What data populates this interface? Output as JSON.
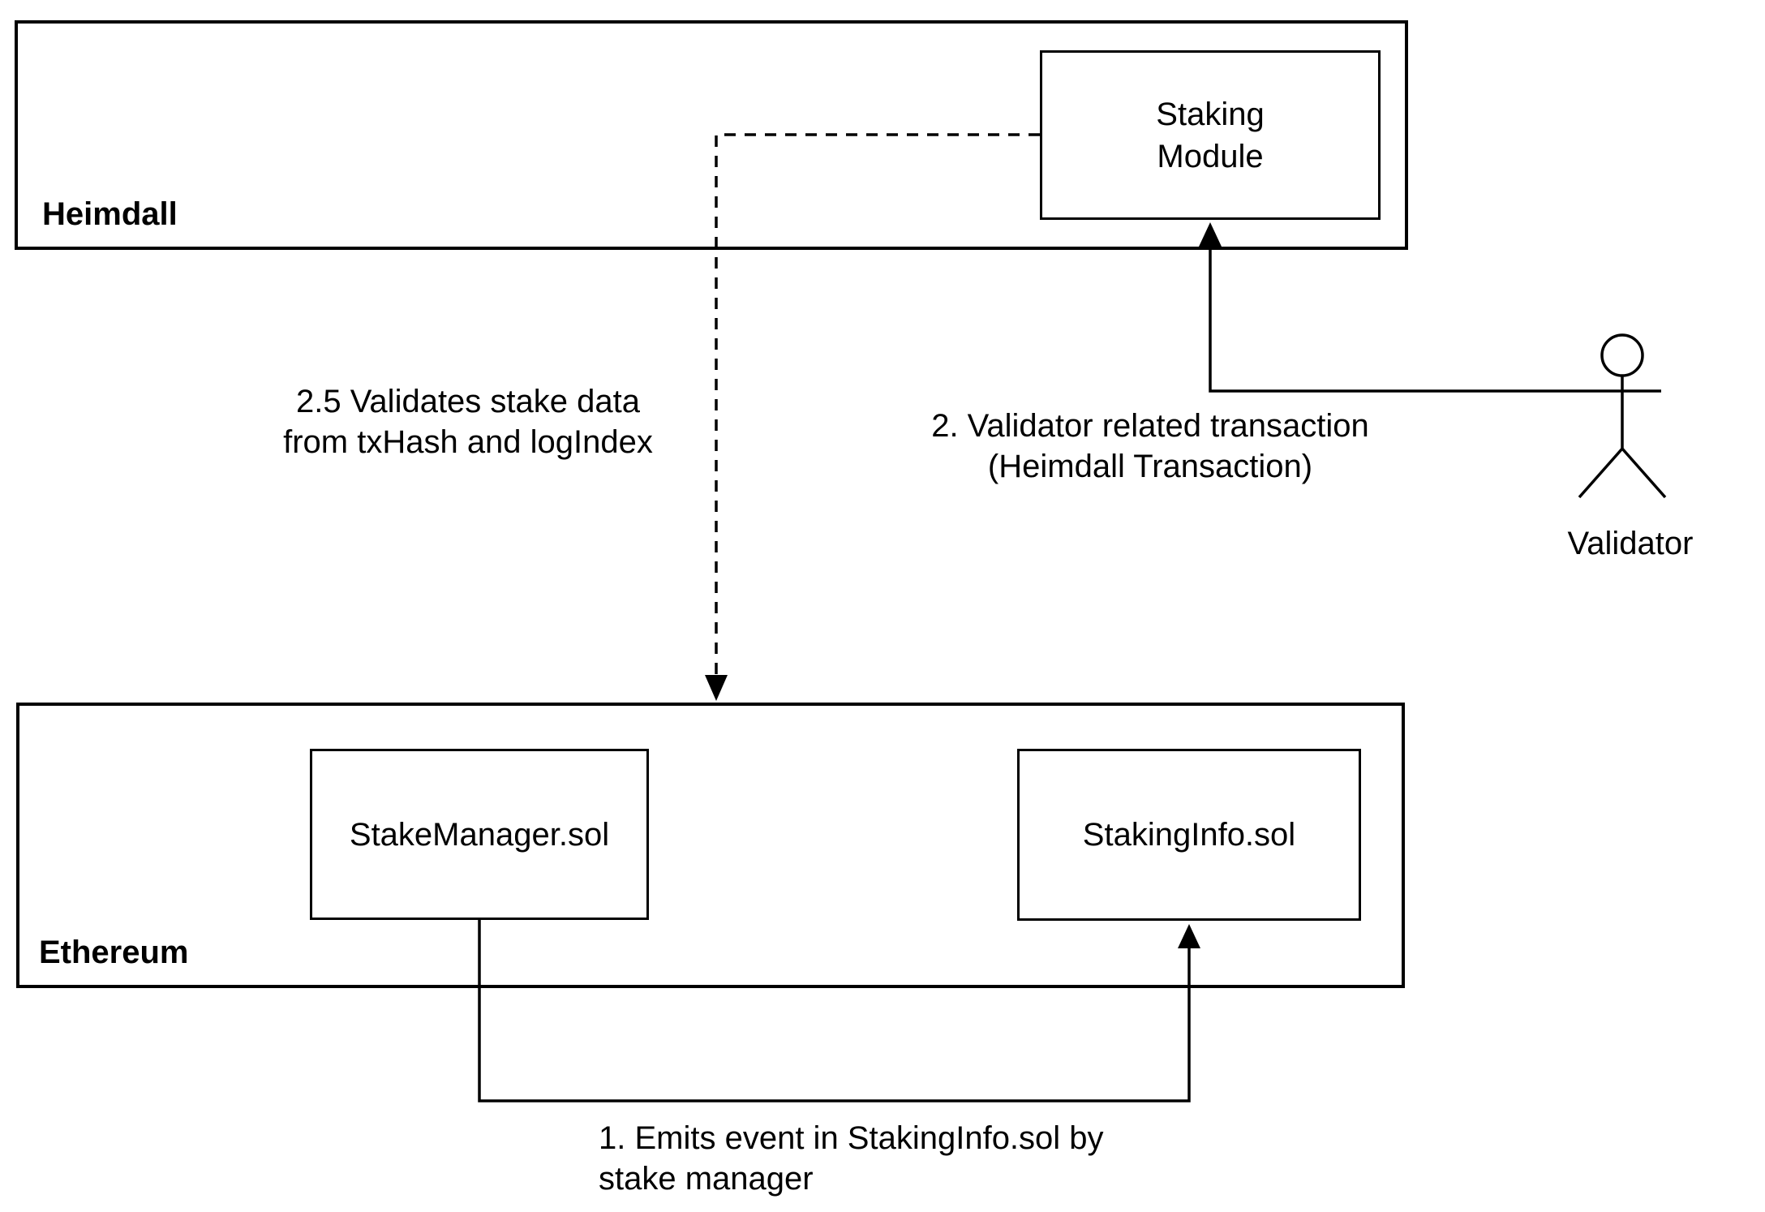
{
  "diagram": {
    "colors": {
      "stroke": "#000000",
      "background": "#ffffff",
      "text": "#000000"
    },
    "containers": {
      "heimdall": {
        "label": "Heimdall"
      },
      "ethereum": {
        "label": "Ethereum"
      }
    },
    "nodes": {
      "staking_module": {
        "label": "Staking\nModule"
      },
      "stake_manager": {
        "label": "StakeManager.sol"
      },
      "staking_info": {
        "label": "StakingInfo.sol"
      }
    },
    "actor": {
      "label": "Validator"
    },
    "edges": {
      "step1": {
        "label": "1. Emits event in StakingInfo.sol by\nstake manager",
        "style": "solid-arrow",
        "from": "StakeManager.sol",
        "to": "StakingInfo.sol"
      },
      "step2": {
        "label": "2. Validator related transaction\n(Heimdall Transaction)",
        "style": "solid-arrow",
        "from": "Validator",
        "to": "Staking Module"
      },
      "step2_5": {
        "label": "2.5 Validates stake data\nfrom txHash and logIndex",
        "style": "dashed-arrow",
        "from": "Staking Module",
        "to": "Ethereum"
      }
    }
  }
}
